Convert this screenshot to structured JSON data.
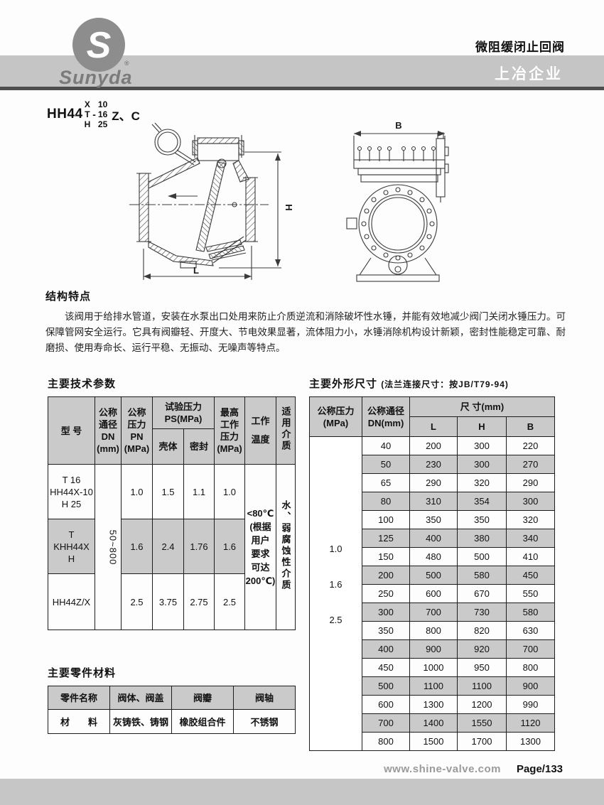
{
  "header": {
    "logo_text": "Sunyda",
    "logo_reg": "®",
    "logo_initial": "S",
    "doc_title": "微阻缓闭止回阀",
    "company": "上冶企业"
  },
  "model": {
    "base": "HH44",
    "letters": [
      "X",
      "T",
      "H"
    ],
    "dash": "-",
    "numbers": [
      "10",
      "16",
      "25"
    ],
    "suffix": "Z、C"
  },
  "drawings": {
    "left": {
      "dim_h": "H",
      "dim_l": "L"
    },
    "right": {
      "dim_b": "B"
    }
  },
  "features": {
    "title": "结构特点",
    "body": "该阀用于给排水管道，安装在水泵出口处用来防止介质逆流和消除破坏性水锤，并能有效地减少阀门关闭水锤压力。可保障管网安全运行。它具有阀瓣轻、开度大、节电效果显著，流体阻力小，水锤消除机构设计新颖，密封性能稳定可靠、耐磨损、使用寿命长、运行平稳、无振动、无噪声等特点。"
  },
  "tech": {
    "title": "主要技术参数",
    "headers": {
      "model": "型  号",
      "dn": "公称\n通径\nDN\n(mm)",
      "pn": "公称\n压力\nPN\n(MPa)",
      "test": "试验压力\nPS(MPa)",
      "shell": "壳体",
      "seal": "密封",
      "max_work": "最高\n工作\n压力\n(MPa)",
      "temp": "工作\n温度",
      "medium": "适用介质"
    },
    "dn_range": "50~800",
    "temp_value": "<80℃\n(根据\n用户\n要求\n可达\n200℃)",
    "medium_value": "水、弱腐蚀性介质",
    "rows": [
      {
        "model": "T  16\nHH44X-10\nH  25",
        "pn": "1.0",
        "shell": "1.5",
        "seal": "1.1",
        "max_work": "1.0"
      },
      {
        "model": "T\nKHH44X\nH",
        "pn": "1.6",
        "shell": "2.4",
        "seal": "1.76",
        "max_work": "1.6"
      },
      {
        "model": "HH44Z/X",
        "pn": "2.5",
        "shell": "3.75",
        "seal": "2.75",
        "max_work": "2.5"
      }
    ]
  },
  "dims": {
    "title": "主要外形尺寸",
    "subtitle": "(法兰连接尺寸：按JB/T79-94)",
    "headers": {
      "pressure": "公称压力\n(MPa)",
      "dn": "公称通径\nDN(mm)",
      "size": "尺  寸(mm)",
      "l": "L",
      "h": "H",
      "b": "B"
    },
    "pressure_labels": [
      {
        "value": "1.0"
      },
      {
        "value": "1.6"
      },
      {
        "value": "2.5"
      }
    ],
    "rows": [
      {
        "dn": "40",
        "l": "200",
        "h": "300",
        "b": "220"
      },
      {
        "dn": "50",
        "l": "230",
        "h": "300",
        "b": "270"
      },
      {
        "dn": "65",
        "l": "290",
        "h": "320",
        "b": "290"
      },
      {
        "dn": "80",
        "l": "310",
        "h": "354",
        "b": "300"
      },
      {
        "dn": "100",
        "l": "350",
        "h": "350",
        "b": "320"
      },
      {
        "dn": "125",
        "l": "400",
        "h": "380",
        "b": "340"
      },
      {
        "dn": "150",
        "l": "480",
        "h": "500",
        "b": "410"
      },
      {
        "dn": "200",
        "l": "500",
        "h": "580",
        "b": "450"
      },
      {
        "dn": "250",
        "l": "600",
        "h": "670",
        "b": "550"
      },
      {
        "dn": "300",
        "l": "700",
        "h": "730",
        "b": "580"
      },
      {
        "dn": "350",
        "l": "800",
        "h": "820",
        "b": "630"
      },
      {
        "dn": "400",
        "l": "900",
        "h": "920",
        "b": "700"
      },
      {
        "dn": "450",
        "l": "1000",
        "h": "950",
        "b": "800"
      },
      {
        "dn": "500",
        "l": "1100",
        "h": "1100",
        "b": "900"
      },
      {
        "dn": "600",
        "l": "1300",
        "h": "1200",
        "b": "990"
      },
      {
        "dn": "700",
        "l": "1400",
        "h": "1550",
        "b": "1120"
      },
      {
        "dn": "800",
        "l": "1500",
        "h": "1700",
        "b": "1300"
      }
    ]
  },
  "materials": {
    "title": "主要零件材料",
    "headers": [
      "零件名称",
      "阀体、阀盖",
      "阀瓣",
      "阀轴"
    ],
    "values": [
      "材　　料",
      "灰铸铁、铸钢",
      "橡胶组合件",
      "不锈钢"
    ]
  },
  "footer": {
    "website": "www.shine-valve.com",
    "page": "Page/133"
  }
}
